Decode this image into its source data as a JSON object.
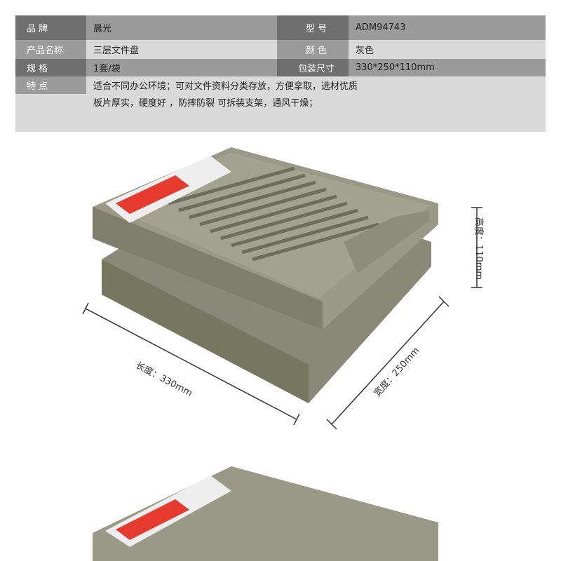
{
  "specs": {
    "brand_label": "品 牌",
    "brand": "晨光",
    "model_label": "型 号",
    "model": "ADM94743",
    "name_label": "产品名称",
    "name": "三层文件盘",
    "color_label": "颜 色",
    "color": "灰色",
    "spec_label": "规 格",
    "spec": "1套/袋",
    "pack_label": "包装尺寸",
    "pack": "330*250*110mm",
    "feature_label": "特 点",
    "feature_line1": "适合不同办公环境；可对文件资料分类存放，方便拿取，选材优质",
    "feature_line2": "板片厚实，硬度好 ，防摔防裂 可拆装支架，通风干燥；"
  },
  "dimensions": {
    "height": "高度：110mm",
    "length": "长度：330mm",
    "width": "宽度：250mm"
  },
  "colors": {
    "tray": "#8f8e7c",
    "label_bg": "#e63a2e"
  }
}
